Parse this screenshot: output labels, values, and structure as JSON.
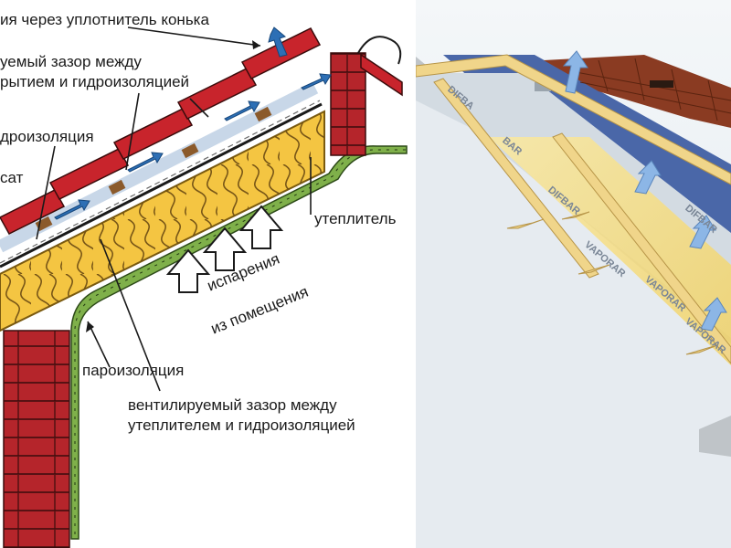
{
  "labels": {
    "ridge": "ия через уплотнитель конька",
    "gap_roof_1": "уемый зазор между",
    "gap_roof_2": "рытием и гидроизоляцией",
    "waterproofing": "дроизоляция",
    "rafter": "сат",
    "insulation": "утеплитель",
    "vapor_1": "испарения",
    "vapor_2": "из помещения",
    "vapor_barrier": "пароизоляция",
    "gap_insul_1": "вентилируемый зазор между",
    "gap_insul_2": "утеплителем и гидроизоляцией"
  },
  "membrane_brands": {
    "dif": "DIFBAR",
    "vap": "VAPORAR",
    "dif_cut": "DIFBA",
    "bar": "BAR"
  },
  "colors": {
    "tile": "#c8242c",
    "brick": "#b5252b",
    "insulation": "#f4c542",
    "membrane": "#5b8a3a",
    "arrow": "#2d6fb5",
    "sky": "#eef3f6",
    "shingle": "#8a3b22",
    "batten": "#f0d58a"
  }
}
